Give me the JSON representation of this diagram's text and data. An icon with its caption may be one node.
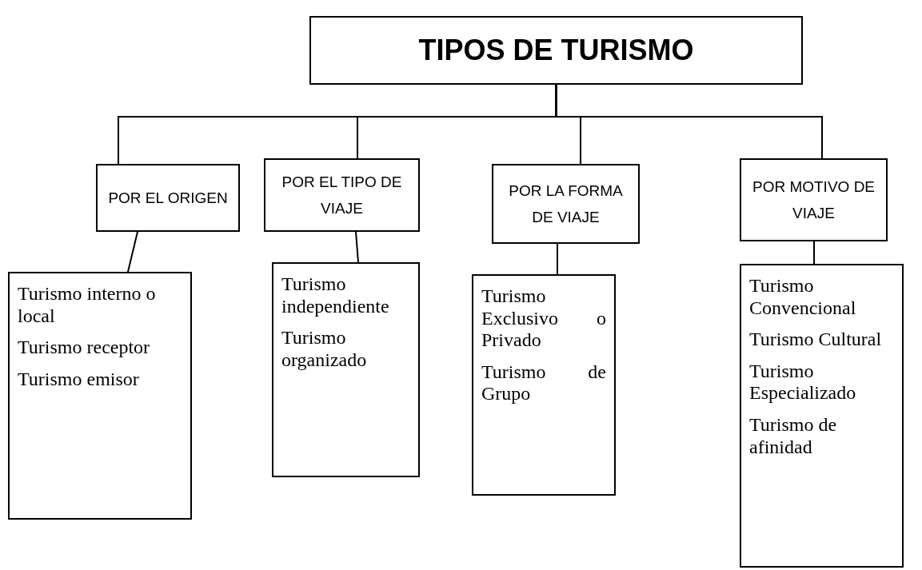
{
  "diagram": {
    "nodes": [
      {
        "text": [
          "TIPOS DE TURISMO"
        ]
      },
      {
        "text": [
          "POR EL ORIGEN"
        ]
      },
      {
        "text": [
          "POR EL TIPO DE VIAJE"
        ]
      },
      {
        "text": [
          "POR LA FORMA DE VIAJE"
        ]
      },
      {
        "text": [
          "POR MOTIVO DE VIAJE"
        ]
      },
      {
        "text": [
          "Turismo interno o local",
          "Turismo receptor",
          "Turismo emisor"
        ]
      },
      {
        "text": [
          "Turismo independiente",
          "Turismo organizado"
        ]
      },
      {
        "text": [
          "Turismo Exclusivo o Privado",
          "Turismo de Grupo"
        ]
      },
      {
        "text": [
          "Turismo Convencional",
          "Turismo Cultural",
          "Turismo Especializado",
          "Turismo de afinidad"
        ]
      }
    ],
    "edges": [
      {
        "from": 0,
        "to": 1,
        "arrow": "none"
      },
      {
        "from": 0,
        "to": 2,
        "arrow": "none"
      },
      {
        "from": 0,
        "to": 3,
        "arrow": "none"
      },
      {
        "from": 0,
        "to": 4,
        "arrow": "none"
      },
      {
        "from": 1,
        "to": 5,
        "arrow": "none"
      },
      {
        "from": 2,
        "to": 6,
        "arrow": "none"
      },
      {
        "from": 3,
        "to": 7,
        "arrow": "none"
      },
      {
        "from": 4,
        "to": 8,
        "arrow": "none"
      }
    ]
  }
}
